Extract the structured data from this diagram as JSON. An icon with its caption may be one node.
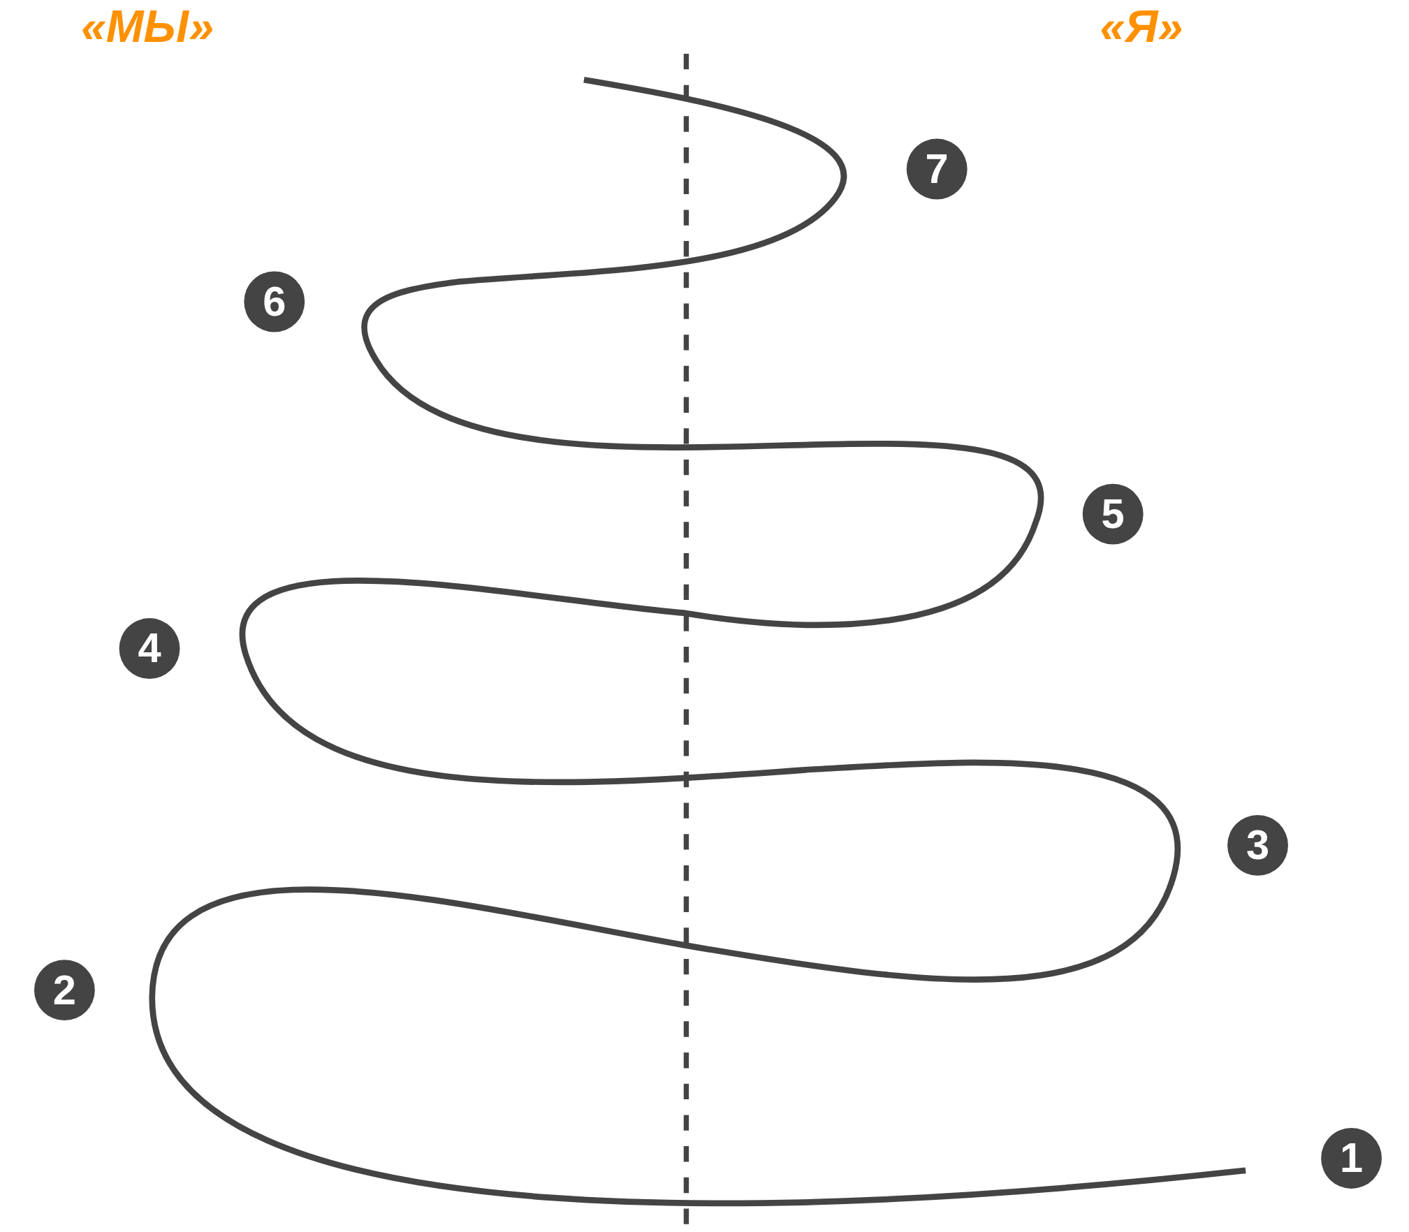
{
  "diagram": {
    "labels": [
      "«МЫ»",
      "«Я»",
      "7",
      "6",
      "5",
      "4",
      "3",
      "2",
      "1"
    ]
  }
}
